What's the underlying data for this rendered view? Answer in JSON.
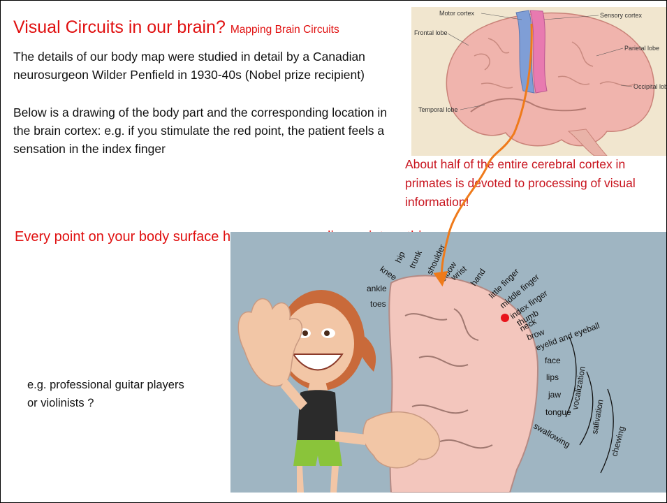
{
  "slide": {
    "title": "Visual Circuits in our brain?",
    "subtitle": "Mapping Brain Circuits",
    "para1": "The details of our body map were studied in detail by a Canadian neurosurgeon Wilder Penfield in 1930-40s (Nobel prize recipient)",
    "para2": "Below is a drawing of the body part and the corresponding location in the brain cortex: e.g. if you stimulate the red point, the patient feels a sensation in the index finger",
    "visual_note": "About half of the entire cerebral cortex in primates is devoted to processing of visual information!",
    "every_point": "Every point on your body surface has a corresponding point on this map",
    "example": "e.g. professional guitar players or violinists ?"
  },
  "brain_figure": {
    "motor": "Motor cortex",
    "sensory": "Sensory cortex",
    "frontal": "Frontal lobe",
    "parietal": "Parietal lobe",
    "occipital": "Occipital lob",
    "temporal": "Temporal lobe"
  },
  "homunculus_labels": {
    "knee": "knee",
    "hip": "hip",
    "trunk": "trunk",
    "shoulder": "shoulder",
    "elbow": "elbow",
    "wrist": "wrist",
    "hand": "hand",
    "ankle": "ankle",
    "toes": "toes",
    "little": "little finger",
    "middle": "middle finger",
    "index": "index finger",
    "thumb": "thumb",
    "neck": "neck",
    "brow": "brow",
    "eyelid": "eyelid and eyeball",
    "face": "face",
    "lips": "lips",
    "jaw": "jaw",
    "tongue": "tongue",
    "swallowing": "swallowing",
    "vocalization": "vocalization",
    "salivation": "salivation",
    "chewing": "chewing"
  },
  "colors": {
    "title_red": "#e01010",
    "arrow_orange": "#ef7a1a",
    "stim_point": "#e8141c",
    "background_blue": "#9fb5c2",
    "brain_pink": "#f3c6bd"
  }
}
